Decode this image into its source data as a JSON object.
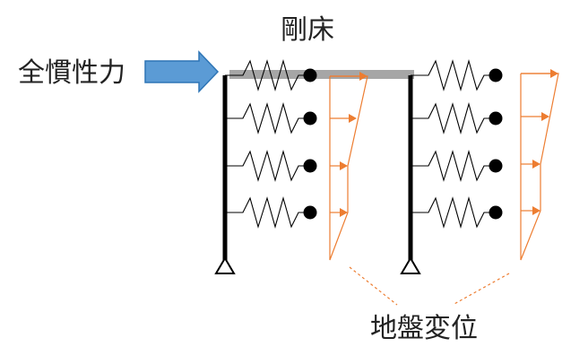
{
  "labels": {
    "rigid_floor": "剛床",
    "total_inertia_force": "全慣性力",
    "ground_displacement": "地盤変位"
  },
  "colors": {
    "pile": "#000000",
    "floor": "#a6a6a6",
    "inertia_arrow_fill": "#5b9bd5",
    "inertia_arrow_stroke": "#2e75b6",
    "displacement": "#ed7d31",
    "spring": "#000000"
  },
  "structure": {
    "pile_count": 2,
    "spring_levels_per_pile": 4
  }
}
